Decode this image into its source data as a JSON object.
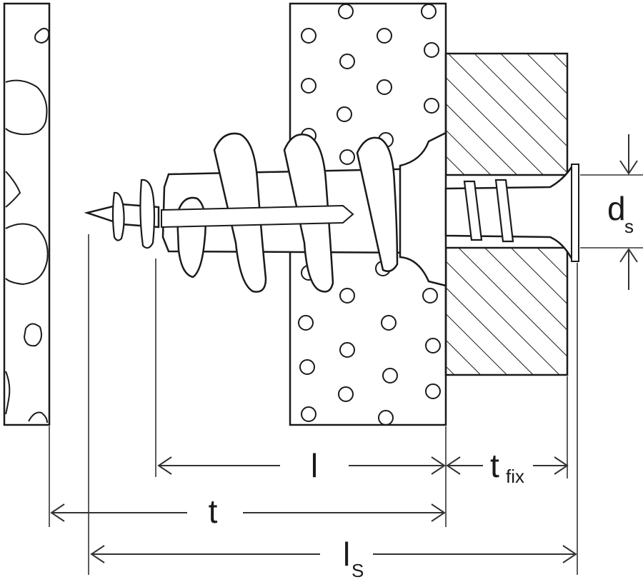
{
  "labels": {
    "l": "l",
    "t_main": "t",
    "t_fix_main": "t",
    "t_fix_sub": "fix",
    "d_main": "d",
    "d_sub": "s",
    "ls_main": "l",
    "ls_sub": "S"
  }
}
